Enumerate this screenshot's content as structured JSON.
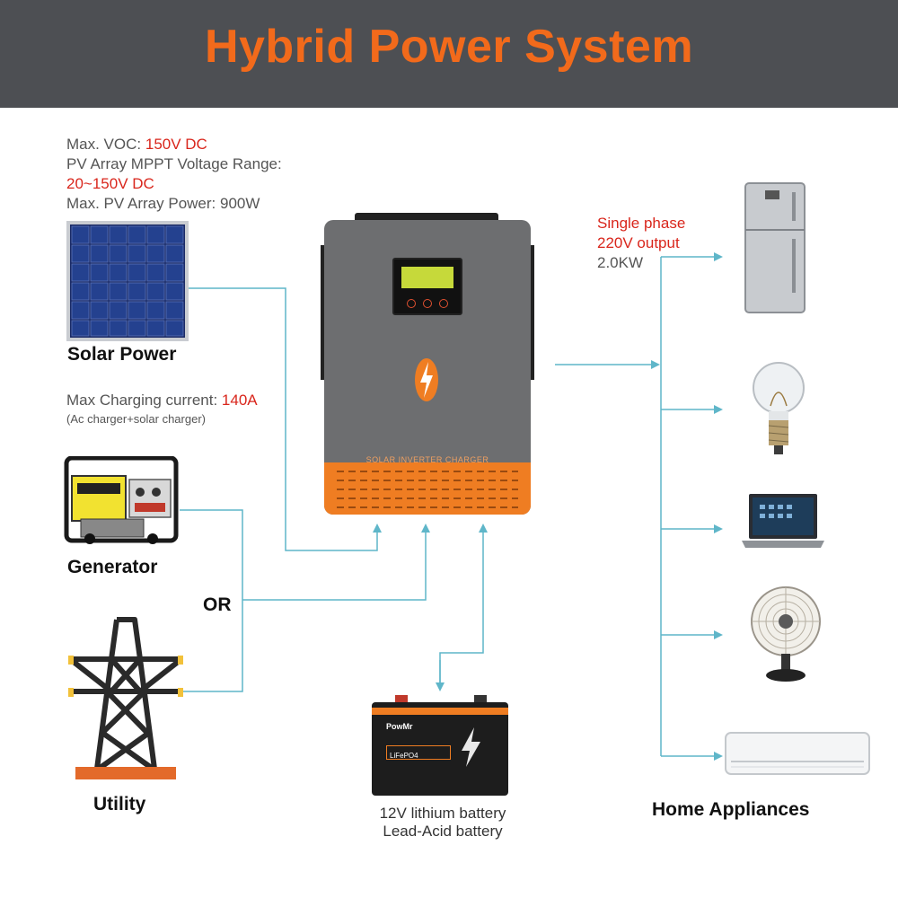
{
  "title": "Hybrid Power System",
  "pv_specs": {
    "voc_label": "Max. VOC: ",
    "voc_value": "150V DC",
    "mppt_label": "PV Array MPPT Voltage Range:",
    "mppt_value": "20~150V DC",
    "power_line": "Max. PV Array Power: 900W"
  },
  "charging": {
    "label": "Max Charging current: ",
    "value": "140A",
    "note": "(Ac charger+solar charger)"
  },
  "output": {
    "line1": "Single phase",
    "line2": "220V output",
    "line3": "2.0KW"
  },
  "sources": {
    "solar": "Solar Power",
    "generator": "Generator",
    "or": "OR",
    "utility": "Utility"
  },
  "inverter": {
    "panel_text": "SOLAR INVERTER CHARGER"
  },
  "battery": {
    "brand": "PowMr",
    "chem": "LiFePO4",
    "line1": "12V lithium battery",
    "line2": "Lead-Acid battery"
  },
  "appliances": {
    "label": "Home Appliances",
    "items": [
      "refrigerator-icon",
      "light-bulb-icon",
      "laptop-icon",
      "fan-icon",
      "air-conditioner-icon"
    ]
  },
  "colors": {
    "header_bg": "#4d4f53",
    "title": "#f26a1b",
    "highlight": "#d9261c",
    "wire": "#5fb6c9",
    "inverter_body": "#6d6e70",
    "inverter_accent": "#ef7d22"
  }
}
